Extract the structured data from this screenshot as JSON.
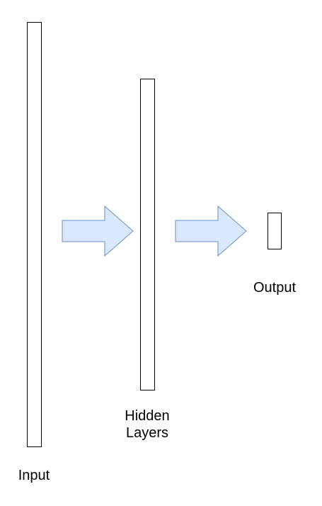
{
  "labels": {
    "input": "Input",
    "hidden": "Hidden Layers",
    "output": "Output"
  },
  "colors": {
    "arrow_fill": "#dae8fc",
    "arrow_stroke": "#6c8ebf",
    "box_stroke": "#000000"
  }
}
